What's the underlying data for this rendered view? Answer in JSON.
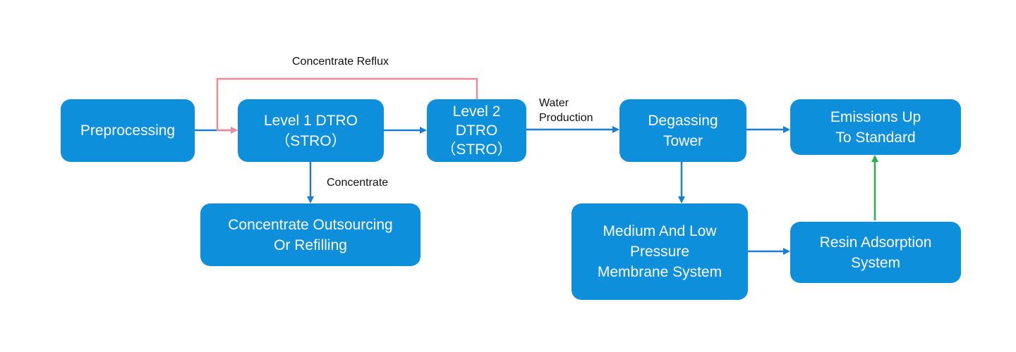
{
  "colors": {
    "box": "#0d8fdc",
    "box_text": "#ffffff",
    "flow_arrow": "#1a7fd4",
    "reflux_arrow": "#ec8c96",
    "resin_arrow": "#22b14c",
    "label_text": "#111111"
  },
  "nodes": {
    "preprocessing": {
      "lines": [
        "Preprocessing"
      ]
    },
    "dtro1": {
      "lines": [
        "Level 1 DTRO",
        "（STRO）"
      ]
    },
    "dtro2": {
      "lines": [
        "Level 2",
        "DTRO",
        "（STRO）"
      ]
    },
    "degassing": {
      "lines": [
        "Degassing",
        "Tower"
      ]
    },
    "emissions": {
      "lines": [
        "Emissions Up",
        "To Standard"
      ]
    },
    "concentrate_out": {
      "lines": [
        "Concentrate Outsourcing",
        "Or Refilling"
      ]
    },
    "membrane": {
      "lines": [
        "Medium And Low",
        "Pressure",
        "Membrane System"
      ]
    },
    "resin": {
      "lines": [
        "Resin Adsorption",
        "System"
      ]
    }
  },
  "labels": {
    "reflux": {
      "lines": [
        "Concentrate Reflux"
      ]
    },
    "water": {
      "lines": [
        "Water",
        "Production"
      ]
    },
    "concentrate": {
      "lines": [
        "Concentrate"
      ]
    }
  }
}
